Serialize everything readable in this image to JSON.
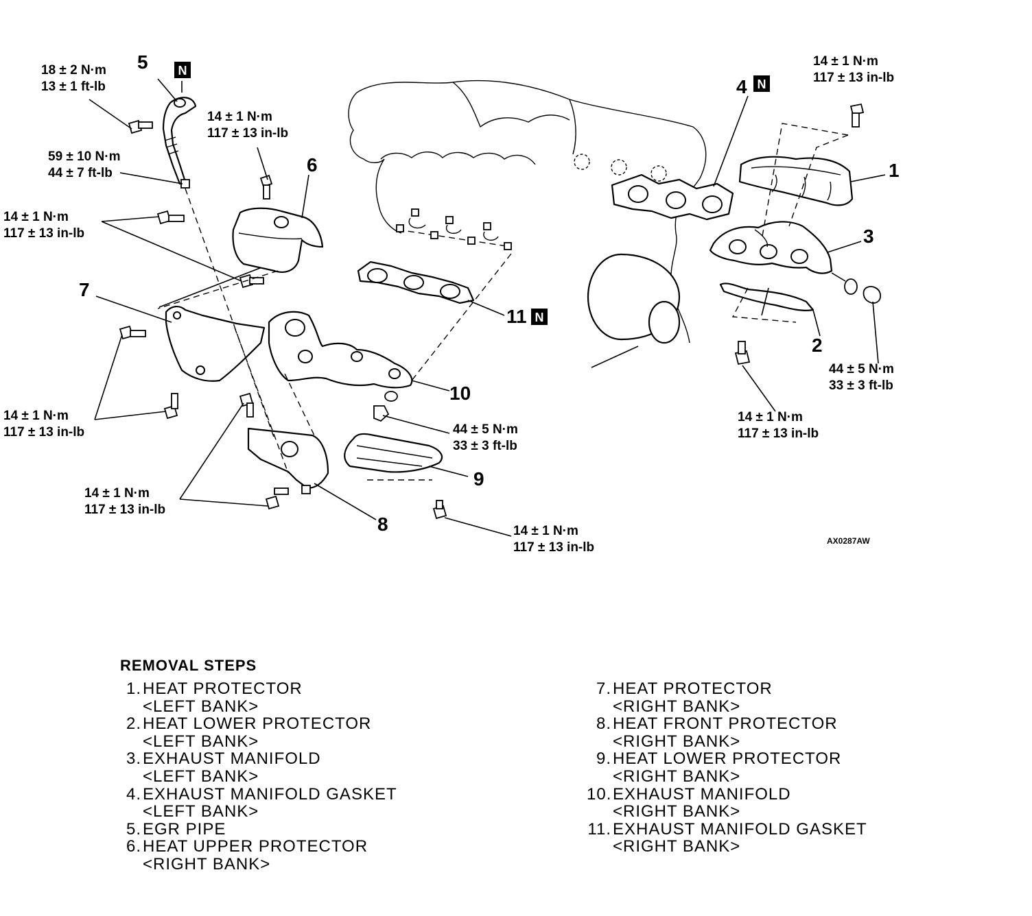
{
  "diagram": {
    "callouts": [
      {
        "id": "c1",
        "number": "1"
      },
      {
        "id": "c2",
        "number": "2"
      },
      {
        "id": "c3",
        "number": "3"
      },
      {
        "id": "c4",
        "number": "4",
        "mark": "N"
      },
      {
        "id": "c5",
        "number": "5",
        "mark": "N"
      },
      {
        "id": "c6",
        "number": "6"
      },
      {
        "id": "c7",
        "number": "7"
      },
      {
        "id": "c8",
        "number": "8"
      },
      {
        "id": "c9",
        "number": "9"
      },
      {
        "id": "c10",
        "number": "10"
      },
      {
        "id": "c11",
        "number": "11",
        "mark": "N"
      }
    ],
    "torques": [
      {
        "id": "t_egr_flange",
        "line1": "18 ± 2 N·m",
        "line2": "13 ± 1 ft-lb"
      },
      {
        "id": "t_egr_pipe",
        "line1": "59 ± 10 N·m",
        "line2": "44 ± 7 ft-lb"
      },
      {
        "id": "t_upper_top",
        "line1": "14 ± 1 N·m",
        "line2": "117 ± 13 in-lb"
      },
      {
        "id": "t_upper_left",
        "line1": "14 ± 1 N·m",
        "line2": "117 ± 13 in-lb"
      },
      {
        "id": "t_heat7",
        "line1": "14 ± 1 N·m",
        "line2": "117 ± 13 in-lb"
      },
      {
        "id": "t_front8",
        "line1": "14 ± 1 N·m",
        "line2": "117 ± 13 in-lb"
      },
      {
        "id": "t_nut_right",
        "line1": "44 ± 5 N·m",
        "line2": "33 ± 3 ft-lb"
      },
      {
        "id": "t_lower9",
        "line1": "14 ± 1 N·m",
        "line2": "117 ± 13 in-lb"
      },
      {
        "id": "t_left_top",
        "line1": "14 ± 1 N·m",
        "line2": "117 ± 13 in-lb"
      },
      {
        "id": "t_nut_left",
        "line1": "44 ± 5 N·m",
        "line2": "33 ± 3 ft-lb"
      },
      {
        "id": "t_lower2",
        "line1": "14 ± 1 N·m",
        "line2": "117 ± 13 in-lb"
      }
    ],
    "figure_ref": "AX0287AW"
  },
  "removal": {
    "title": "REMOVAL STEPS",
    "left": [
      {
        "n": "1.",
        "l1": "HEAT PROTECTOR",
        "l2": "<LEFT BANK>"
      },
      {
        "n": "2.",
        "l1": "HEAT LOWER PROTECTOR",
        "l2": "<LEFT BANK>"
      },
      {
        "n": "3.",
        "l1": "EXHAUST MANIFOLD",
        "l2": "<LEFT BANK>"
      },
      {
        "n": "4.",
        "l1": "EXHAUST MANIFOLD GASKET",
        "l2": "<LEFT BANK>"
      },
      {
        "n": "5.",
        "l1": "EGR PIPE",
        "l2": ""
      },
      {
        "n": "6.",
        "l1": "HEAT UPPER PROTECTOR",
        "l2": "<RIGHT BANK>"
      }
    ],
    "right": [
      {
        "n": "7.",
        "l1": "HEAT PROTECTOR",
        "l2": "<RIGHT BANK>"
      },
      {
        "n": "8.",
        "l1": "HEAT FRONT PROTECTOR",
        "l2": "<RIGHT BANK>"
      },
      {
        "n": "9.",
        "l1": "HEAT LOWER PROTECTOR",
        "l2": "<RIGHT BANK>"
      },
      {
        "n": "10.",
        "l1": "EXHAUST MANIFOLD",
        "l2": "<RIGHT BANK>"
      },
      {
        "n": "11.",
        "l1": "EXHAUST MANIFOLD GASKET",
        "l2": "<RIGHT BANK>"
      }
    ]
  }
}
